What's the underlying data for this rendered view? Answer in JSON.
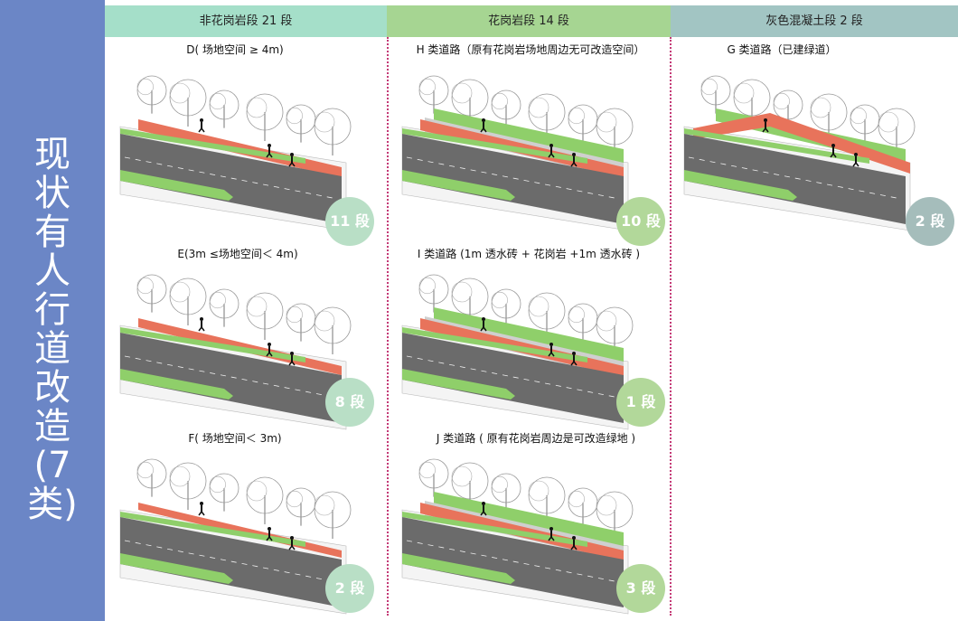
{
  "sidebar": {
    "title_chars": [
      "现",
      "状",
      "有",
      "人",
      "行",
      "道",
      "改",
      "造",
      "(7",
      "类)"
    ]
  },
  "columns": [
    {
      "header": "非花岗岩段  21 段"
    },
    {
      "header": "花岗岩段      14 段"
    },
    {
      "header": "灰色混凝土段    2 段"
    }
  ],
  "cells": [
    {
      "caption": "D( 场地空间 ≥ 4m)",
      "badge": "11 段"
    },
    {
      "caption": "E(3m ≤场地空间＜ 4m)",
      "badge": "8 段"
    },
    {
      "caption": "F( 场地空间＜ 3m)",
      "badge": "2 段"
    },
    {
      "caption": "H 类道路（原有花岗岩场地周边无可改造空间）",
      "badge": "10 段"
    },
    {
      "caption": "I 类道路 (1m 透水砖 + 花岗岩 +1m 透水砖 )",
      "badge": "1 段"
    },
    {
      "caption": "J 类道路 ( 原有花岗岩周边是可改造绿地 )",
      "badge": "3 段"
    },
    {
      "caption": "G 类道路（已建绿道）",
      "badge": "2 段"
    }
  ],
  "colors": {
    "sidebar": "#6b86c6",
    "head1": "#a5dfc9",
    "head2": "#a6d592",
    "head3": "#a2c5c3",
    "road": "#6b6b6b",
    "bikelane": "#e8735b",
    "green": "#8fcf6a"
  }
}
